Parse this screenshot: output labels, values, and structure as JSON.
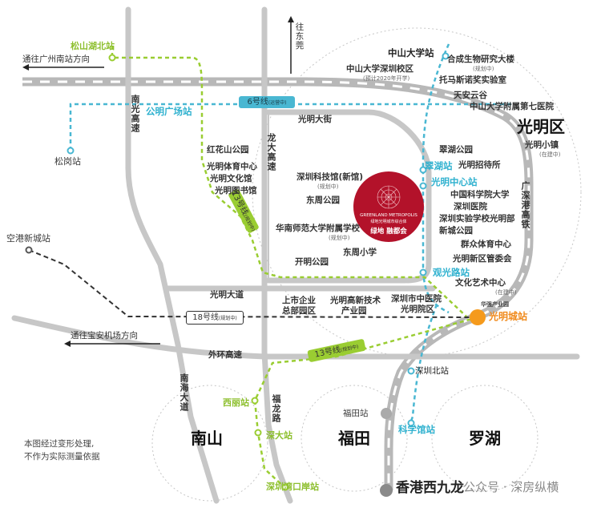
{
  "map": {
    "colors": {
      "road": "#c7c7c7",
      "metro6": "#49b7d2",
      "metro13": "#9acd32",
      "metro18": "#333333",
      "project": "#b3122a",
      "station_orange": "#f59a1c",
      "district_circle": "#bbbbbb"
    },
    "directions": {
      "guangzhou": "通往广州南站方向",
      "baoan": "通往宝安机场方向",
      "dongguan": "往东莞"
    },
    "roads": {
      "guangming_street": "光明大街",
      "guangming_avenue": "光明大道",
      "outer_ring": "外环高速",
      "nanguang": "南光高速",
      "longda": "龙大高速",
      "nanhai": "南海大道",
      "fulong": "福龙路",
      "guanggang": "广深港高铁"
    },
    "lines": {
      "line6": {
        "name": "6号线",
        "note": "(运营中)"
      },
      "line13": {
        "name": "13号线",
        "note": "(规划中)"
      },
      "line18": {
        "name": "18号线",
        "note": "(规划中)"
      },
      "line13_south": {
        "name": "13号线",
        "note": "(规划中)"
      }
    },
    "stations": {
      "songshanhu_north": "松山湖北站",
      "gongming_square": "公明广场站",
      "songgang": "松岗站",
      "konggang_new_city": "空港新城站",
      "zhongshan_uni": "中山大学站",
      "cuihu": "翠湖站",
      "guangming_center": "光明中心站",
      "guangguang_road": "观光路站",
      "guangming_city": "光明城站",
      "shenzhen_north": "深圳北站",
      "futian": "福田站",
      "kexueguan": "科学馆站",
      "xili": "西丽站",
      "shenda": "深大站",
      "shenzhen_bay": "深圳湾口岸站",
      "hk_west_kowloon": "香港西九龙"
    },
    "pois": {
      "zhongshan_campus": "中山大学深圳校区",
      "zhongshan_campus_note": "(预计2020年开学)",
      "synthetic_bio": "合成生物研究大楼",
      "synthetic_bio_note": "(规划中)",
      "toma_lab": "托马斯诺奖实验室",
      "tianan": "天安云谷",
      "seventh_hospital": "中山大学附属第七医院",
      "guangming_town": "光明小镇",
      "guangming_town_note": "(在建中)",
      "cuihu_park": "翠湖公园",
      "guangming_hostel": "光明招待所",
      "cas_uni": "中国科学院大学",
      "shenzhen_hospital": "深圳医院",
      "shiyan_school": "深圳实验学校光明部",
      "new_city_park": "新城公园",
      "qunzhong": "群众体育中心",
      "admin_committee": "光明新区管委会",
      "culture_center": "文化艺术中心",
      "culture_center_note": "(在建中)",
      "huaqiang": "华强产业园",
      "hongshan_park": "红花山公园",
      "sports_center": "光明体育中心",
      "culture_hall": "光明文化馆",
      "library": "光明图书馆",
      "science_museum": "深圳科技馆(新馆)",
      "science_museum_note": "(规划中)",
      "dongzhou_park": "东周公园",
      "hs_school": "华南师范大学附属学校",
      "hs_school_note": "(规划中)",
      "kaiming_park": "开明公园",
      "dongzhou_primary": "东周小学",
      "listed_hq_1": "上市企业",
      "listed_hq_2": "总部园区",
      "tech_park_1": "光明高新技术",
      "tech_park_2": "产业园",
      "tcm_hospital_1": "深圳市中医院",
      "tcm_hospital_2": "光明院区"
    },
    "districts": {
      "guangming": "光明区",
      "nanshan": "南山",
      "futian": "福田",
      "luohu": "罗湖"
    },
    "project": {
      "logo_en": "GREENLAND METROPOLIS",
      "logo_en_sub": "绿地光明城市综合体",
      "logo_cn": "绿地 融都会",
      "logo_icon": "greenland-rosette-icon"
    },
    "note_line1": "本图经过变形处理,",
    "note_line2": "不作为实际测量依据",
    "watermark": "公众号 · 深房纵横"
  }
}
